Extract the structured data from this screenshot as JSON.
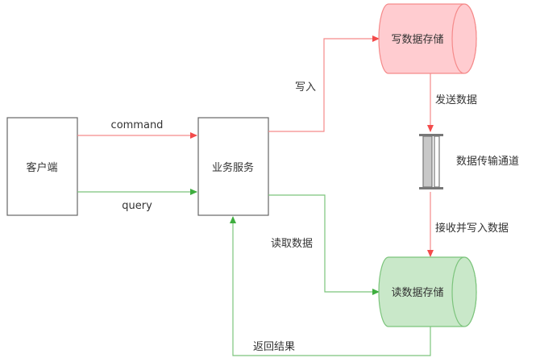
{
  "diagram": {
    "type": "CQRS architecture flow",
    "colors": {
      "command": "#f36b6b",
      "query": "#6cc26c",
      "write_fill": "#ffccd0",
      "write_stroke": "#f58a8a",
      "read_fill": "#c9e8c9",
      "read_stroke": "#7cc47c",
      "box_stroke": "#666666",
      "text": "#333333"
    },
    "nodes": {
      "client": "客户端",
      "service": "业务服务",
      "write_store": "写数据存储",
      "read_store": "读数据存储",
      "channel": "数据传输通道"
    },
    "edges": {
      "command": "command",
      "query": "query",
      "write": "写入",
      "send": "发送数据",
      "receive": "接收并写入数据",
      "read": "读取数据",
      "return": "返回结果"
    }
  }
}
